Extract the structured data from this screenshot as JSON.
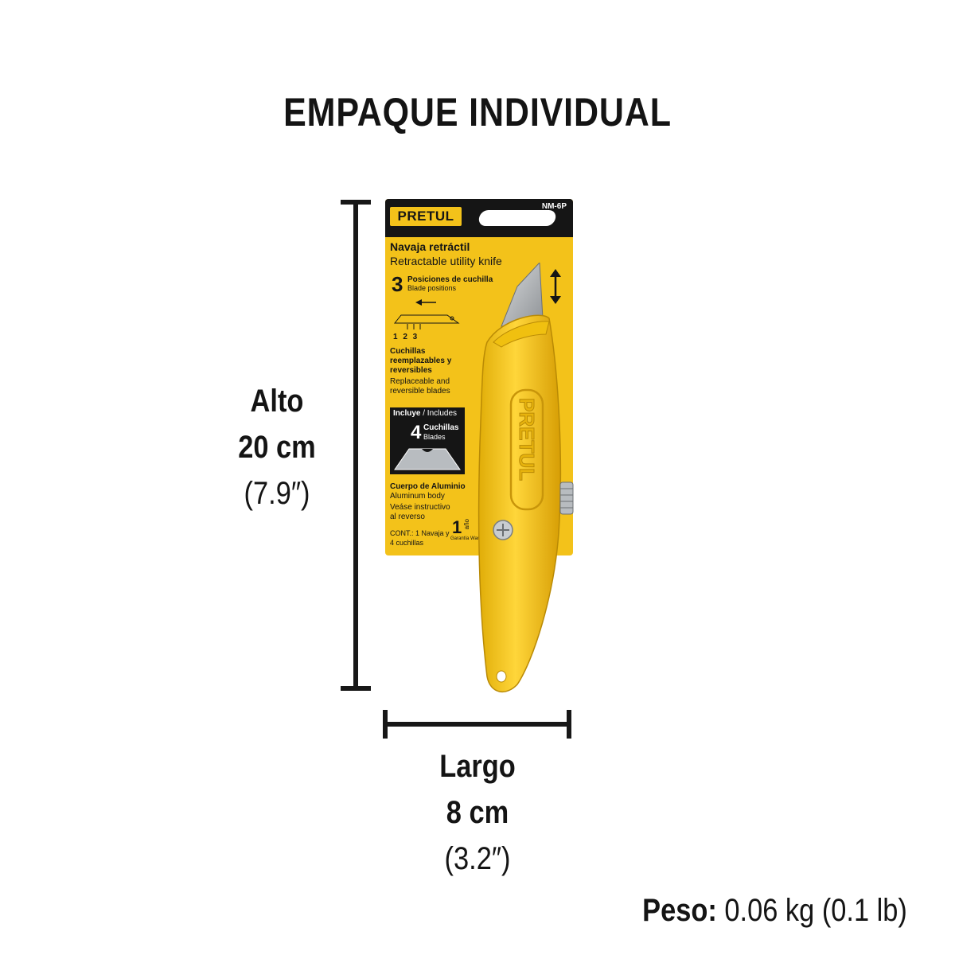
{
  "title": "EMPAQUE INDIVIDUAL",
  "dimensions": {
    "alto": {
      "label": "Alto",
      "metric": "20 cm",
      "imperial": "(7.9″)"
    },
    "largo": {
      "label": "Largo",
      "metric": "8 cm",
      "imperial": "(3.2″)"
    }
  },
  "peso": {
    "label": "Peso:",
    "value": "0.06 kg (0.1 lb)"
  },
  "package": {
    "brand": "PRETUL",
    "model": "NM-6P",
    "name_es": "Navaja retráctil",
    "name_en": "Retractable utility knife",
    "positions_count": "3",
    "positions_es": "Posiciones de cuchilla",
    "positions_en": "Blade positions",
    "position_numbers": "1 2 3",
    "replaceable_es": "Cuchillas reemplazables y reversibles",
    "replaceable_en": "Replaceable and reversible blades",
    "includes_es": "Incluye",
    "includes_en": "/ Includes",
    "blades_count": "4",
    "blades_es": "Cuchillas",
    "blades_en": "Blades",
    "body_es": "Cuerpo de Aluminio",
    "body_en": "Aluminum body",
    "instructions": "Veáse instructivo al reverso",
    "contents": "CONT.: 1 Navaja y 4 cuchillas",
    "warranty_num": "1",
    "warranty_unit": "año",
    "warranty_label": "Garantía Warranty",
    "handle_logo": "PRETUL"
  },
  "colors": {
    "accent_yellow": "#f3c21a",
    "dark": "#151515",
    "blade": "#b8bcc0"
  },
  "icons": [
    "up-down-arrow-icon",
    "blade-icon",
    "knife-image"
  ]
}
